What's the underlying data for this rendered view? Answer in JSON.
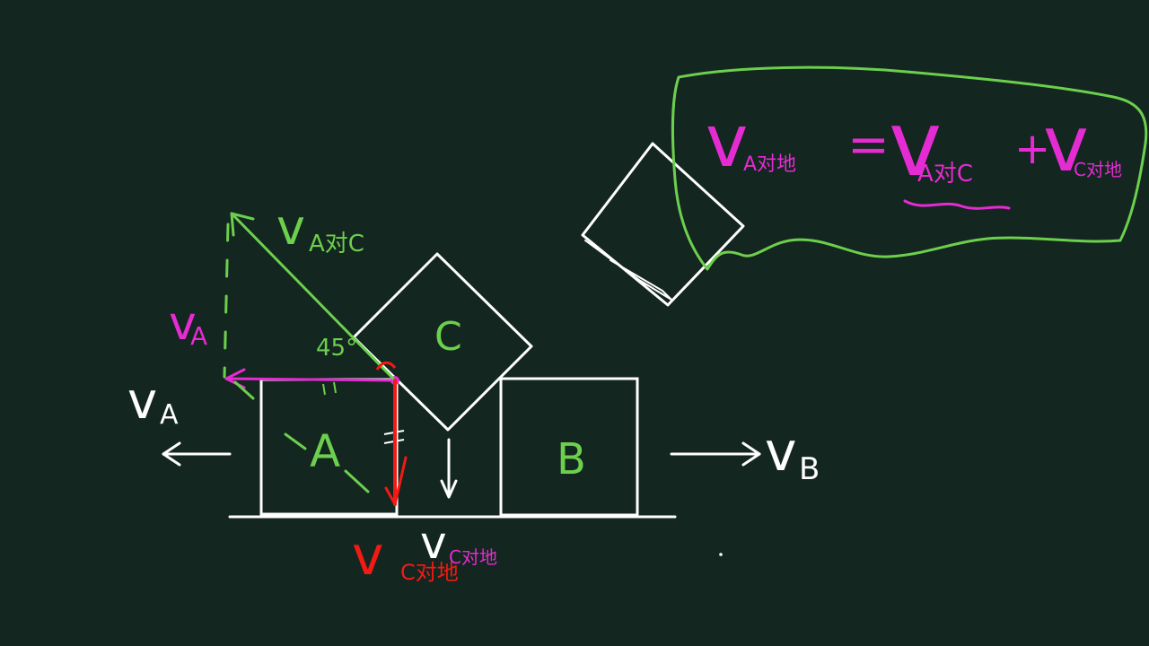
{
  "colors": {
    "background": "#13261f",
    "chalk_white": "#ffffff",
    "chalk_green": "#6ccf4d",
    "chalk_magenta": "#e52bd2",
    "chalk_red": "#f21a14"
  },
  "blocks": {
    "a": "A",
    "b": "B",
    "c": "C"
  },
  "labels": {
    "v_a": "v",
    "v_a_sub": "A",
    "v_b": "v",
    "v_b_sub": "B",
    "v_a_component": "v",
    "v_a_component_sub": "A",
    "v_a_rel_c": "v",
    "v_a_rel_c_sub": "A对C",
    "angle_45": "45°",
    "v_c_ground_red": "v",
    "v_c_ground_red_sub": "C对地",
    "v_c_ground_white": "v",
    "v_c_ground_white_sub": "C对地"
  },
  "equation": {
    "lhs": "v",
    "lhs_sub": "A对地",
    "equals": "=",
    "term1": "v",
    "term1_sub": "A对C",
    "plus": "+",
    "term2": "v",
    "term2_sub": "C对地"
  }
}
